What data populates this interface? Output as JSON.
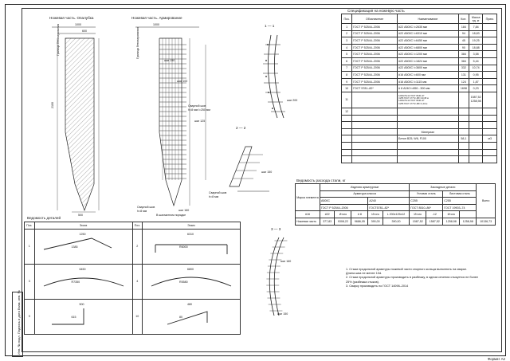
{
  "views": {
    "formwork_title": "Ножевая часть. Опалубка",
    "reinforcement_title": "Ножевая часть. Армирование",
    "section_1": "1 — 1",
    "section_2": "2 — 2",
    "section_3": "3 — 3",
    "formwork_side_label": "Граница бетонирования",
    "rebar_side_label": "Граница бетонирования",
    "weld_label_1": "Сварной шов",
    "weld_label_1b": "h=8 мм l=250 мм",
    "weld_label_2": "Сварной шов",
    "weld_label_2b": "h=8 мм",
    "weld_label_3": "Сварной шов",
    "weld_label_3b": "h=8 мм",
    "checker_label": "В шахматном порядке",
    "dims": {
      "d1000": "1000",
      "d1800": "1800",
      "d600": "600",
      "d2100": "2100",
      "d1200": "1200",
      "d500": "500",
      "step150": "шаг 150",
      "step100": "шаг 100",
      "step125": "шаг 125",
      "step200": "шаг 200",
      "step160": "шаг 160"
    }
  },
  "spec_table": {
    "title": "Спецификация на ножевую часть",
    "headers": [
      "Поз.",
      "Обозначение",
      "Наименование",
      "Кол.",
      "Масса ед. кг",
      "Прим."
    ],
    "rows": [
      [
        "1",
        "ГОСТ Р 52544–2006",
        "#22 А500С l=2635 мм",
        "184",
        "7,84",
        ""
      ],
      [
        "2",
        "ГОСТ Р 52544–2006",
        "#22 А500С l=6310 мм",
        "94",
        "18,83",
        ""
      ],
      [
        "3",
        "ГОСТ Р 52544–2006",
        "#22 А500С l=6450 мм",
        "45",
        "19,25",
        ""
      ],
      [
        "4",
        "ГОСТ Р 52544–2006",
        "#22 А500С l=6800 мм",
        "90",
        "18,88",
        ""
      ],
      [
        "5",
        "ГОСТ Р 52544–2006",
        "#22 А500С l=1200 мм",
        "384",
        "3,58",
        ""
      ],
      [
        "6",
        "ГОСТ Р 52544–2006",
        "#22 А500С l=1824 мм",
        "384",
        "5,44",
        ""
      ],
      [
        "7",
        "ГОСТ Р 52544–2006",
        "#22 А500С l=3600 мм",
        "332",
        "10,74",
        ""
      ],
      [
        "8",
        "ГОСТ Р 52544–2006",
        "#16 А500С l=600 мм",
        "131",
        "0,95",
        ""
      ],
      [
        "9",
        "ГОСТ Р 52544–2006",
        "#16 А500С l=1115 мм",
        "124",
        "1,87",
        ""
      ],
      [
        "10",
        "ГОСТ 5781–82*",
        "# 8 А240 l=850...300 мм",
        "1698",
        "0,23",
        ""
      ]
    ],
    "row11_label": "11",
    "row11_lines": [
      "1200х70х12 ГОСТ 8240–97",
      "C255 ГОСТ 27772–88 l=10,08 м",
      "1400х70х12 ГОСТ 8240–97",
      "C255 ГОСТ 27772–88 l=1,04 м"
    ],
    "row11_mass": [
      "1587,52",
      "1258,98"
    ],
    "row12_label": "12",
    "materials_title": "Материал",
    "materials_row": [
      "Бетон В25, W6, F100",
      "58,1",
      "м3"
    ]
  },
  "steel_table": {
    "title": "Ведомость расхода стали, кг",
    "col_element": "Марка элемента",
    "col_rebar_products": "Изделия арматурные",
    "col_embedded": "Закладные детали",
    "col_rebar_class": "Арматура класса",
    "col_total": "Всего",
    "a500c": "А500С",
    "a240": "А240",
    "sheet_steel": "Угловая сталь",
    "rolled_steel": "Листовая сталь",
    "gost1": "ГОСТ Р 52544–2006",
    "gost2": "ГОСТ5781–82*",
    "c255a": "С255",
    "c255b": "С255",
    "gost3": "ГОСТ 8510–86*",
    "gost4": "ГОСТ 19903–74",
    "subhead": [
      "#16",
      "#22",
      "Итого",
      "# 8",
      "Итого",
      "L 200х125х12",
      "Итого",
      "-12",
      "Итого"
    ],
    "row": [
      "Ножевая часть",
      "377,83",
      "9308,22",
      "9686,05",
      "390,00",
      "390,00",
      "1587,52",
      "1587,52",
      "1258,98",
      "1258,98",
      "10136,73"
    ]
  },
  "bending_table": {
    "title": "Ведомость деталей",
    "headers": [
      "Поз.",
      "Эскиз",
      "Поз.",
      "Эскиз"
    ],
    "rows": [
      {
        "left_pos": "1",
        "right_pos": "2",
        "left_dims": [
          "1250",
          "1385"
        ],
        "right_dims": [
          "6310",
          "R6000"
        ]
      },
      {
        "left_pos": "3",
        "right_pos": "4",
        "left_dims": [
          "6450",
          "R7350"
        ],
        "right_dims": [
          "6800",
          "R5580"
        ]
      },
      {
        "left_pos": "9",
        "right_pos": "10",
        "left_dims": [
          "500",
          "615"
        ],
        "right_dims": [
          "480",
          "80"
        ]
      }
    ]
  },
  "notes": [
    "1. Стыки продольной арматуры ножевой части опорного кольца выполнять на сварке.",
    "   Длина шва не менее 10d.",
    "2. Стыки продольной арматуры производить в разбежку, в одном сечении стыкуется не более",
    "   25% (разбежка стыков).",
    "3. Сварку производить по ГОСТ 14098–2014"
  ],
  "side_stamp": [
    "Инв. № подл.",
    "Подпись и дата",
    "Взам. инв. №"
  ],
  "format_label": "Формат А2"
}
